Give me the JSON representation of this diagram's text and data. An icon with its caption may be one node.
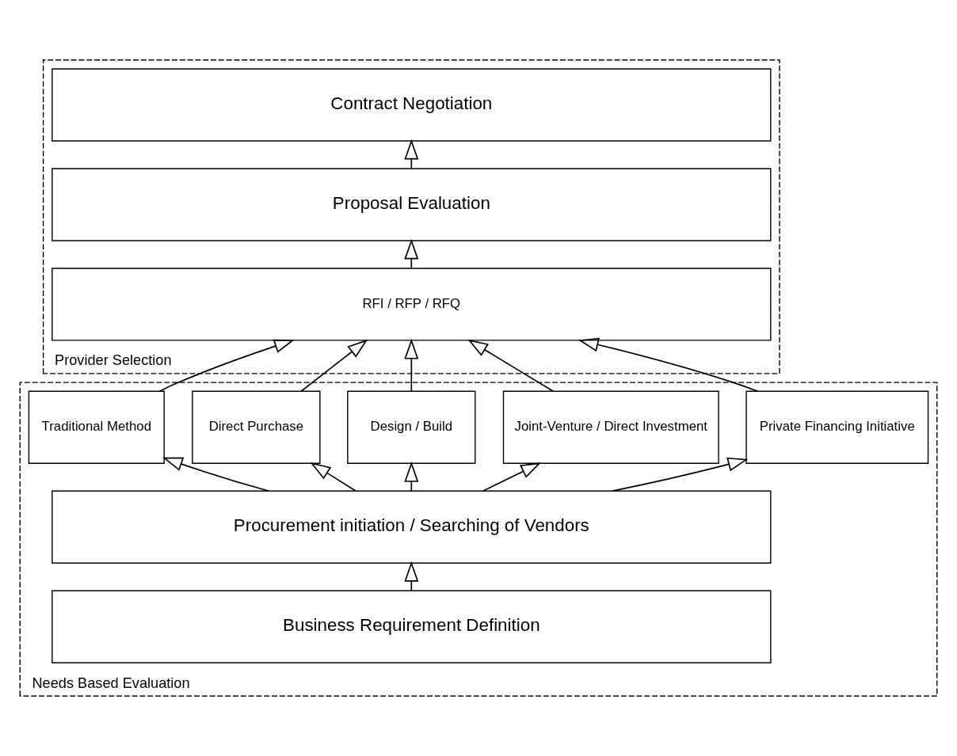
{
  "diagram": {
    "nodes": [
      {
        "text": [
          "Provider Selection"
        ]
      },
      {
        "text": [
          "Contract Negotiation"
        ],
        "in": 0
      },
      {
        "text": [
          "Proposal Evaluation"
        ],
        "in": 0
      },
      {
        "text": [
          "RFI / RFP / RFQ"
        ],
        "in": 0
      },
      {
        "text": [
          "Needs Based Evaluation"
        ]
      },
      {
        "text": [
          "Traditional Method"
        ],
        "in": 4
      },
      {
        "text": [
          "Direct Purchase"
        ],
        "in": 4
      },
      {
        "text": [
          "Design / Build"
        ],
        "in": 4
      },
      {
        "text": [
          "Joint-Venture / Direct Investment"
        ],
        "in": 4
      },
      {
        "text": [
          "Private Financing Initiative"
        ],
        "in": 4
      },
      {
        "text": [
          "Procurement initiation / Searching of Vendors"
        ],
        "in": 4
      },
      {
        "text": [
          "Business Requirement Definition"
        ],
        "in": 4
      }
    ],
    "edges": [
      {
        "from": 11,
        "to": 10,
        "arrow": "to"
      },
      {
        "from": 10,
        "to": 5,
        "arrow": "to"
      },
      {
        "from": 10,
        "to": 6,
        "arrow": "to"
      },
      {
        "from": 10,
        "to": 7,
        "arrow": "to"
      },
      {
        "from": 10,
        "to": 8,
        "arrow": "to"
      },
      {
        "from": 10,
        "to": 9,
        "arrow": "to"
      },
      {
        "from": 5,
        "to": 3,
        "arrow": "to"
      },
      {
        "from": 6,
        "to": 3,
        "arrow": "to"
      },
      {
        "from": 7,
        "to": 3,
        "arrow": "to"
      },
      {
        "from": 8,
        "to": 3,
        "arrow": "to"
      },
      {
        "from": 9,
        "to": 3,
        "arrow": "to"
      },
      {
        "from": 3,
        "to": 2,
        "arrow": "to"
      },
      {
        "from": 2,
        "to": 1,
        "arrow": "to"
      }
    ]
  }
}
